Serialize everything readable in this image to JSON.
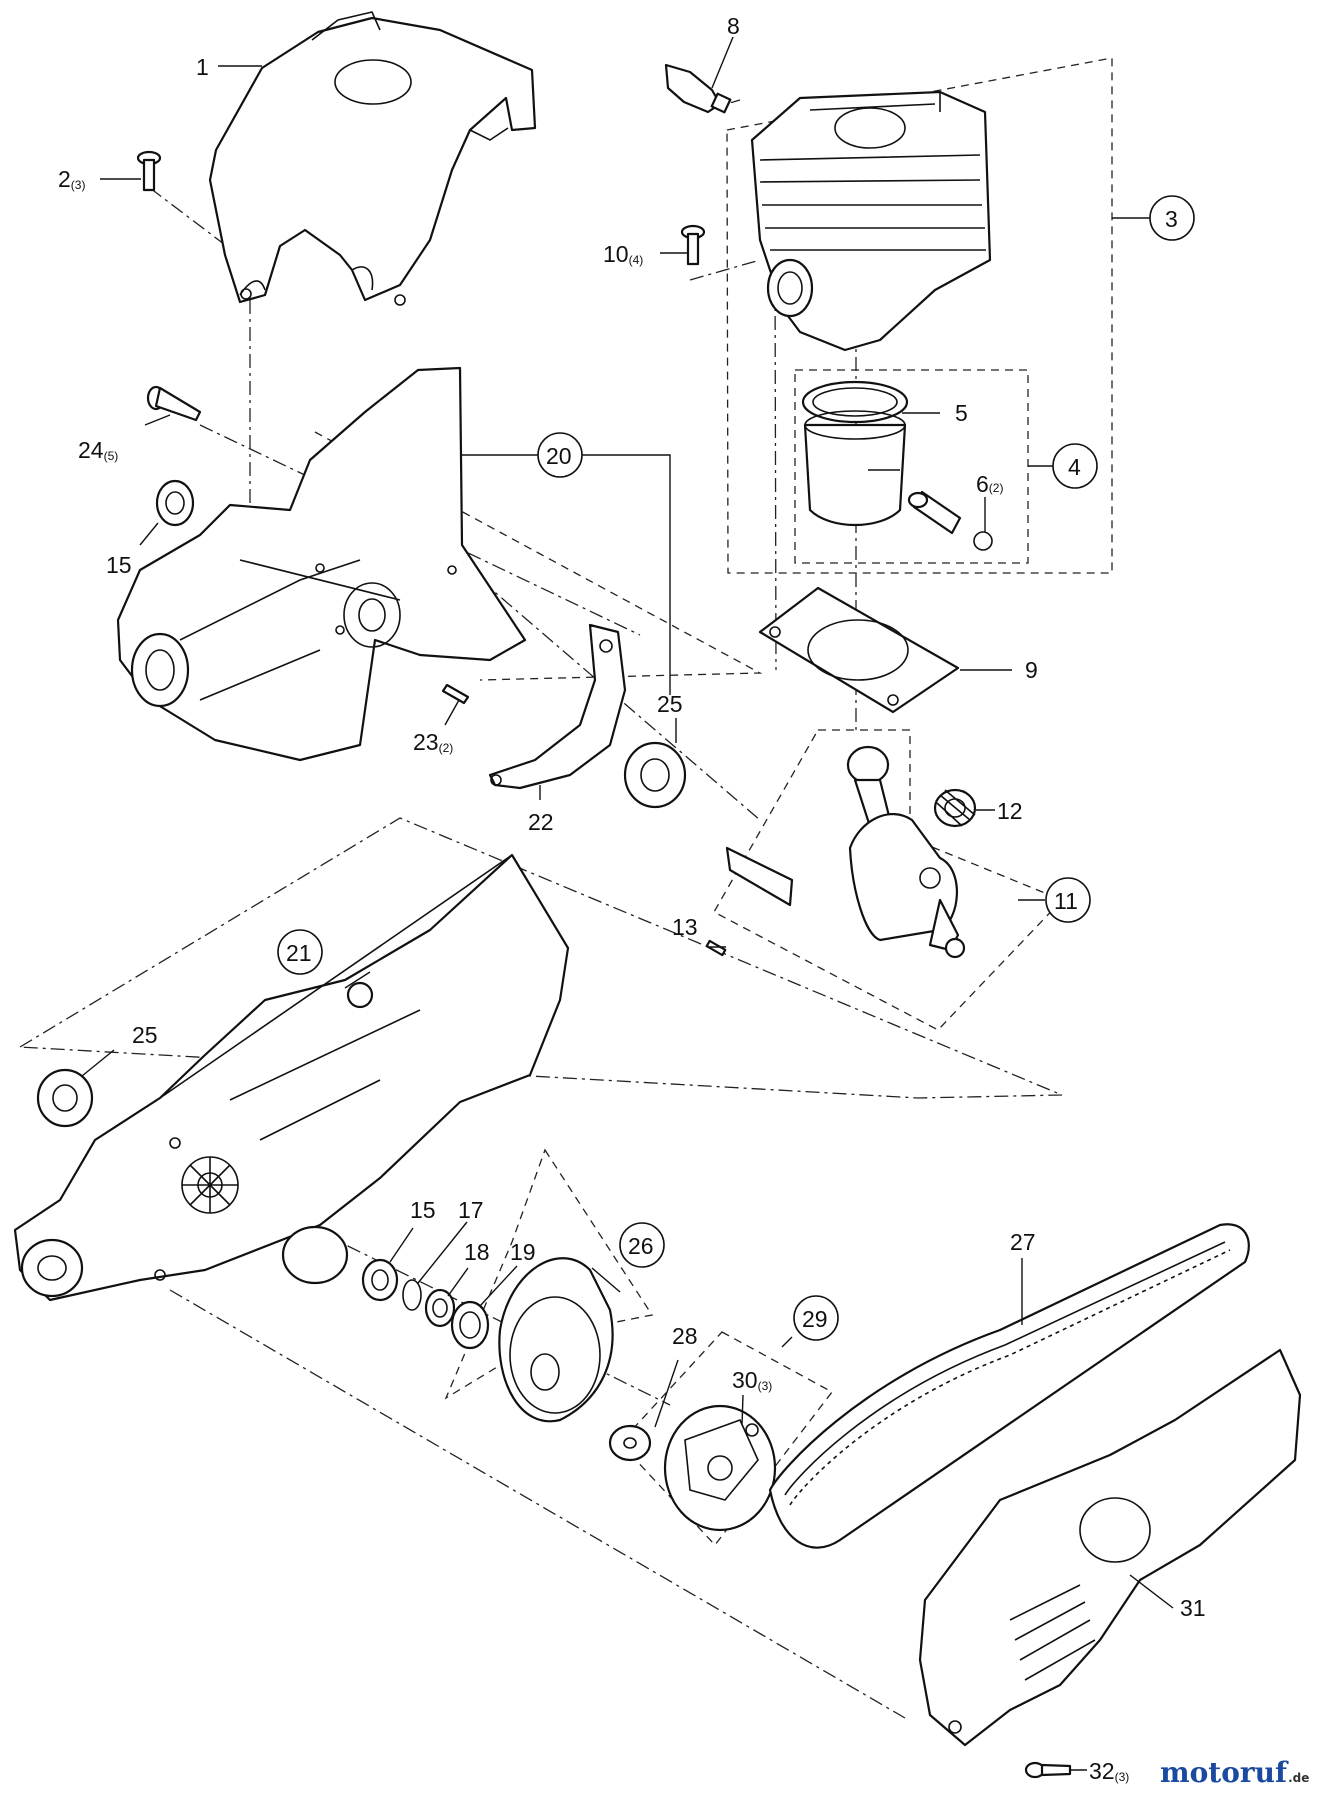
{
  "labels": [
    {
      "id": "1",
      "text": "1",
      "qty": ""
    },
    {
      "id": "2",
      "text": "2",
      "qty": "(3)"
    },
    {
      "id": "3",
      "text": "3",
      "qty": "",
      "circled": true
    },
    {
      "id": "4",
      "text": "4",
      "qty": "",
      "circled": true
    },
    {
      "id": "5",
      "text": "5",
      "qty": ""
    },
    {
      "id": "6",
      "text": "6",
      "qty": "(2)"
    },
    {
      "id": "8",
      "text": "8",
      "qty": ""
    },
    {
      "id": "9",
      "text": "9",
      "qty": ""
    },
    {
      "id": "10",
      "text": "10",
      "qty": "(4)"
    },
    {
      "id": "11",
      "text": "11",
      "qty": "",
      "circled": true
    },
    {
      "id": "12",
      "text": "12",
      "qty": ""
    },
    {
      "id": "13",
      "text": "13",
      "qty": ""
    },
    {
      "id": "15a",
      "text": "15",
      "qty": ""
    },
    {
      "id": "15b",
      "text": "15",
      "qty": ""
    },
    {
      "id": "17",
      "text": "17",
      "qty": ""
    },
    {
      "id": "18",
      "text": "18",
      "qty": ""
    },
    {
      "id": "19",
      "text": "19",
      "qty": ""
    },
    {
      "id": "20",
      "text": "20",
      "qty": "",
      "circled": true
    },
    {
      "id": "21",
      "text": "21",
      "qty": "",
      "circled": true
    },
    {
      "id": "22",
      "text": "22",
      "qty": ""
    },
    {
      "id": "23",
      "text": "23",
      "qty": "(2)"
    },
    {
      "id": "24",
      "text": "24",
      "qty": "(5)"
    },
    {
      "id": "25a",
      "text": "25",
      "qty": ""
    },
    {
      "id": "25b",
      "text": "25",
      "qty": ""
    },
    {
      "id": "26",
      "text": "26",
      "qty": "",
      "circled": true
    },
    {
      "id": "27",
      "text": "27",
      "qty": ""
    },
    {
      "id": "28",
      "text": "28",
      "qty": ""
    },
    {
      "id": "29",
      "text": "29",
      "qty": "",
      "circled": true
    },
    {
      "id": "30",
      "text": "30",
      "qty": "(3)"
    },
    {
      "id": "31",
      "text": "31",
      "qty": ""
    },
    {
      "id": "32",
      "text": "32",
      "qty": "(3)"
    }
  ],
  "watermark": {
    "brand": "motoruf",
    "suffix": ".de",
    "colors": [
      "#1a4aa0",
      "#c8321e",
      "#2a8a3a",
      "#e0a020"
    ]
  }
}
